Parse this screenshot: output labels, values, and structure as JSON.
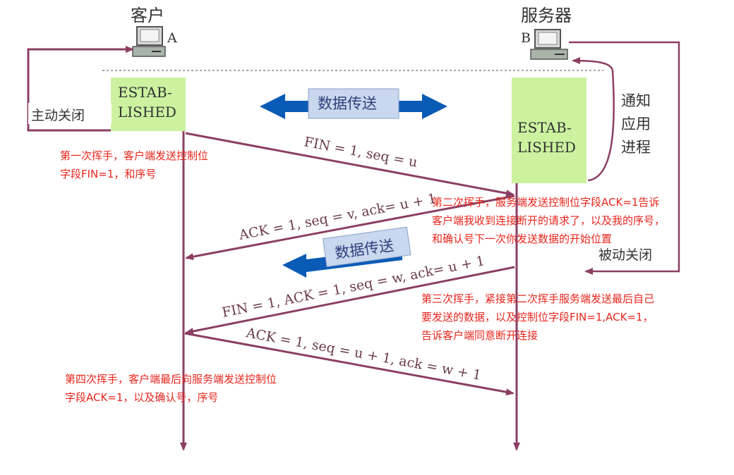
{
  "client": {
    "title": "客户",
    "letter": "A",
    "active_close": "主动关闭"
  },
  "server": {
    "title": "服务器",
    "letter": "B",
    "notify": [
      "通知",
      "应用",
      "进程"
    ],
    "passive_close": "被动关闭"
  },
  "states": {
    "client": [
      "ESTAB-",
      "LISHED"
    ],
    "server": [
      "ESTAB-",
      "LISHED"
    ]
  },
  "data_transfer": {
    "label_top": "数据传送",
    "label_mid": "数据传送"
  },
  "messages": {
    "m1": "FIN = 1, seq = u",
    "m2": "ACK = 1, seq = v, ack= u + 1",
    "m3": "FIN = 1, ACK = 1, seq = w, ack= u + 1",
    "m4": "ACK = 1, seq = u + 1, ack = w + 1"
  },
  "notes": {
    "n1": [
      "第一次挥手，客户端发送控制位",
      "字段FIN=1，和序号"
    ],
    "n2": [
      "第二次挥手，服务端发送控制位字段ACK=1告诉",
      "客户端我收到连接断开的请求了，以及我的序号，",
      "和确认号下一次你发送数据的开始位置"
    ],
    "n3": [
      "第三次挥手，紧接第二次挥手服务端发送最后自己",
      "要发送的数据，以及控制位字段FIN=1,ACK=1，",
      "告诉客户端同意断开连接"
    ],
    "n4": [
      "第四次挥手，客户端最后向服务端发送控制位",
      "字段ACK=1，以及确认号，序号"
    ]
  },
  "colors": {
    "line": "#8b3f63",
    "note": "#e8261d",
    "state_bg": "#ccf2a0",
    "blue_arrow": "#0a5bb5",
    "label_box": "#c9d7ef",
    "label_text": "#2f3f78"
  }
}
